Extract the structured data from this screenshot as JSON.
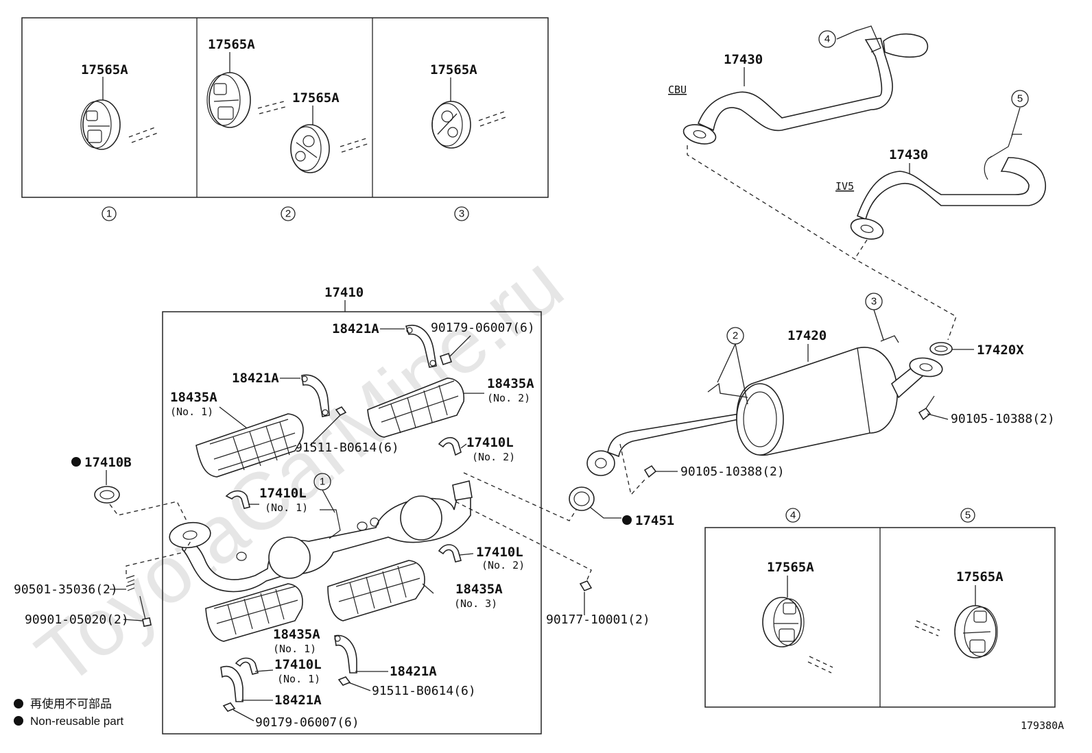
{
  "watermark": "ToyotaCarMine.ru",
  "diagram_code": "179380A",
  "variants": {
    "cbu": "CBU",
    "iv5": "IV5"
  },
  "legend": {
    "jp": "再使用不可部品",
    "en": "Non-reusable part"
  },
  "insets": {
    "inset1": {
      "number": "1",
      "labels": [
        "17565A"
      ]
    },
    "inset2": {
      "number": "2",
      "labels": [
        "17565A",
        "17565A"
      ]
    },
    "inset3": {
      "number": "3",
      "labels": [
        "17565A"
      ]
    },
    "inset4": {
      "number": "4",
      "labels": [
        "17565A"
      ]
    },
    "inset5": {
      "number": "5",
      "labels": [
        "17565A"
      ]
    }
  },
  "callouts": {
    "c1": "1",
    "c2": "2",
    "c3": "3",
    "c4": "4",
    "c5": "5"
  },
  "parts": {
    "p17410": "17410",
    "p18421A_top": "18421A",
    "p90179_top": "90179-06007(6)",
    "p18421A_left": "18421A",
    "p18435A_no1_top": "18435A",
    "p18435A_no1_top_sub": "(No. 1)",
    "p18435A_no2": "18435A",
    "p18435A_no2_sub": "(No. 2)",
    "p91511_top": "91511-B0614(6)",
    "p17410L_no2_top": "17410L",
    "p17410L_no2_top_sub": "(No. 2)",
    "p17410L_no1_top": "17410L",
    "p17410L_no1_top_sub": "(No. 1)",
    "p17410B": "17410B",
    "p17410L_no2_mid": "17410L",
    "p17410L_no2_mid_sub": "(No. 2)",
    "p18435A_no3": "18435A",
    "p18435A_no3_sub": "(No. 3)",
    "p90501": "90501-35036(2)",
    "p90901": "90901-05020(2)",
    "p18435A_no1_bot": "18435A",
    "p18435A_no1_bot_sub": "(No. 1)",
    "p17410L_no1_bot": "17410L",
    "p17410L_no1_bot_sub": "(No. 1)",
    "p18421A_bot_r": "18421A",
    "p91511_bot": "91511-B0614(6)",
    "p18421A_bot_l": "18421A",
    "p90179_bot": "90179-06007(6)",
    "p90177": "90177-10001(2)",
    "p17451": "17451",
    "p90105_mid": "90105-10388(2)",
    "p17420": "17420",
    "p17420X": "17420X",
    "p90105_right": "90105-10388(2)",
    "p17430_cbu": "17430",
    "p17430_iv5": "17430"
  }
}
